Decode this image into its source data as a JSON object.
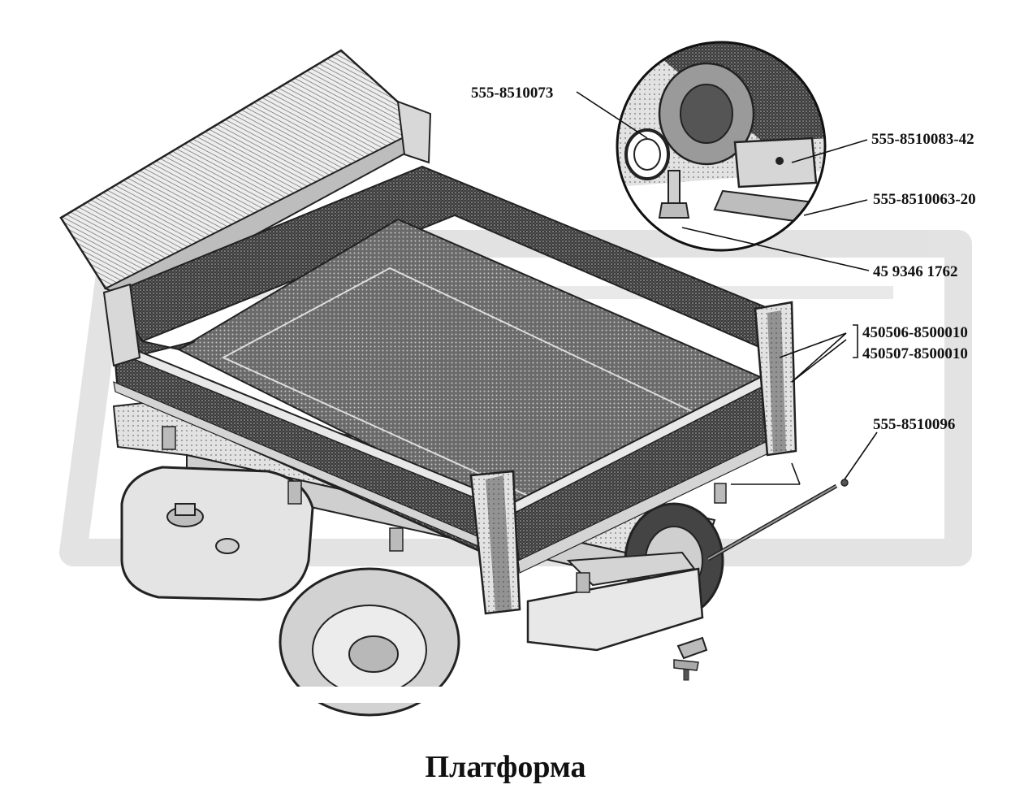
{
  "labels": {
    "l1": "555-8510073",
    "l2": "555-8510083-42",
    "l3": "555-8510063-20",
    "l4": "45 9346 1762",
    "l5a": "450506-8500010",
    "l5b": "450507-8500010",
    "l6": "555-8510096"
  },
  "caption": "Платформа"
}
